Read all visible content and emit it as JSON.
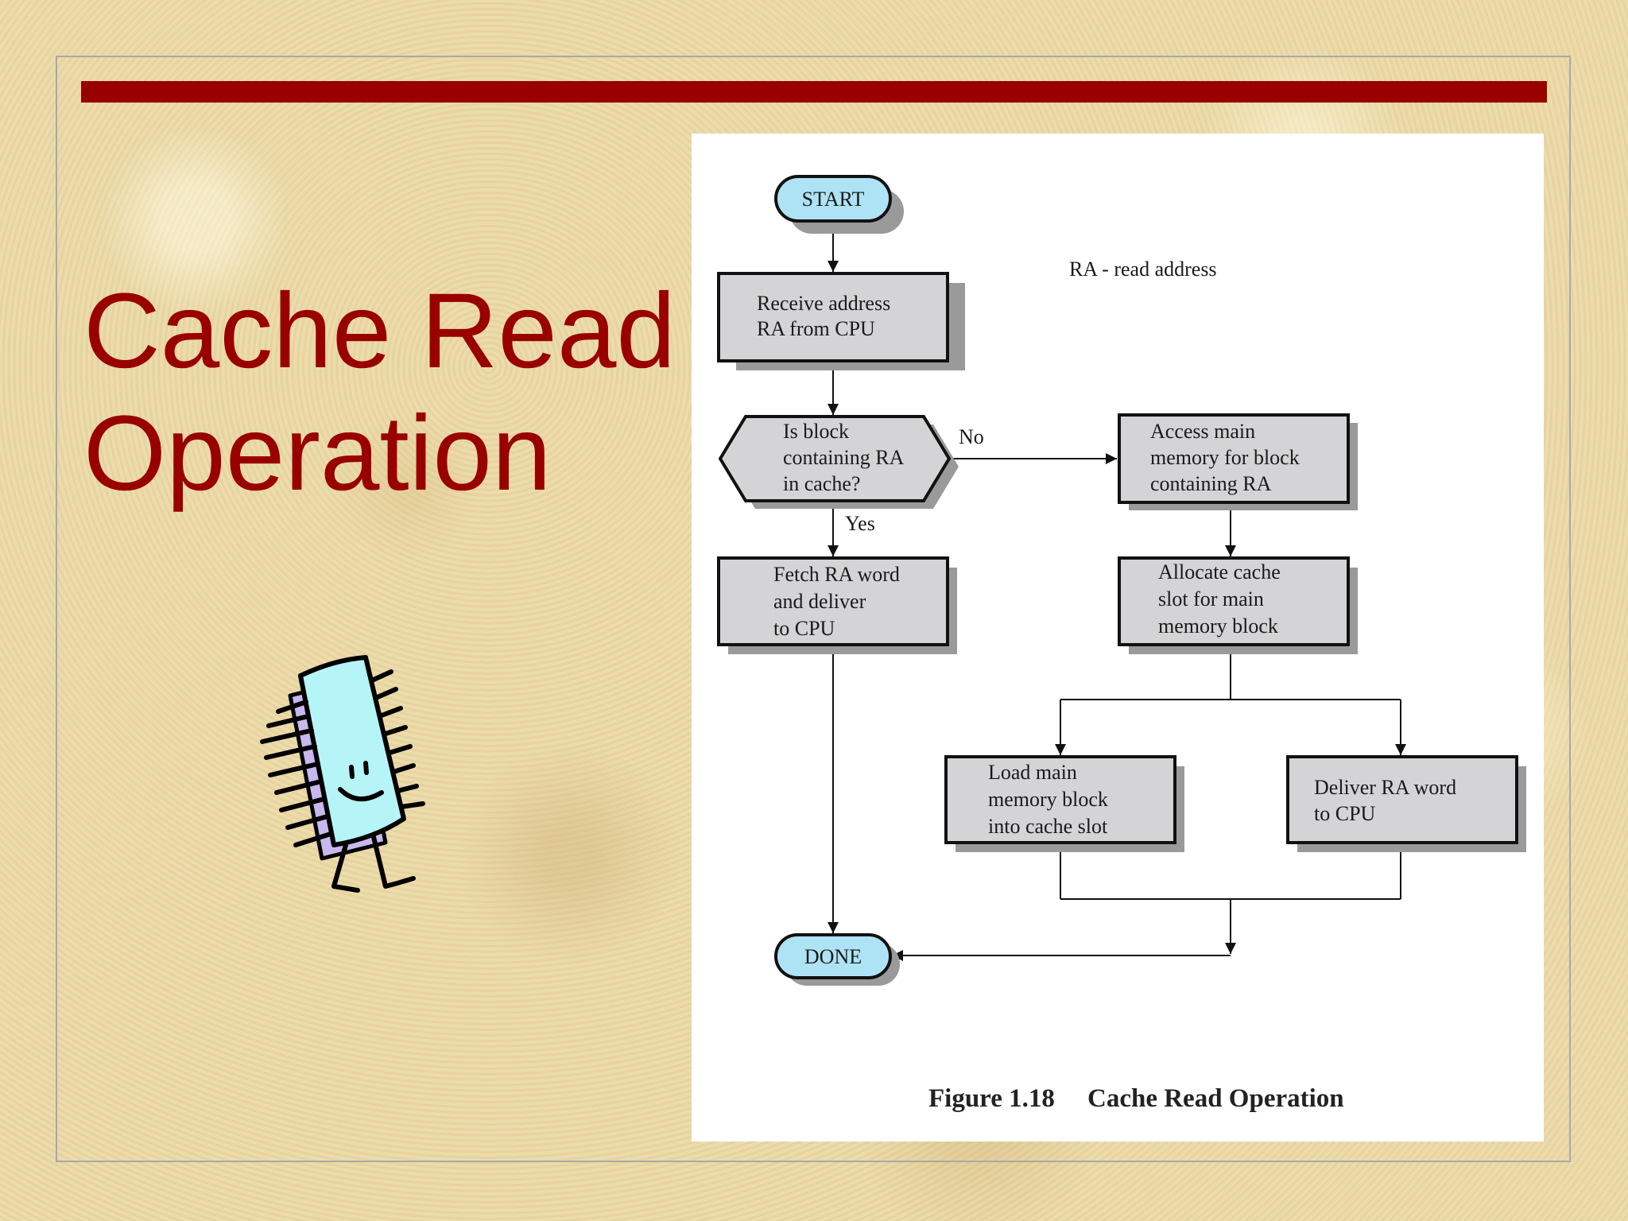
{
  "slide": {
    "title_line1": "Cache Read",
    "title_line2": "Operation",
    "accent_color": "#990000"
  },
  "clipart": {
    "icon": "smiling-memory-chip-icon"
  },
  "flowchart": {
    "start": "START",
    "done": "DONE",
    "legend": "RA - read address",
    "receive": [
      "Receive address",
      "RA from CPU"
    ],
    "decision": [
      "Is block",
      "containing RA",
      "in cache?"
    ],
    "no_label": "No",
    "yes_label": "Yes",
    "fetch": [
      "Fetch RA word",
      "and deliver",
      "to CPU"
    ],
    "access": [
      "Access main",
      "memory for block",
      "containing RA"
    ],
    "allocate": [
      "Allocate cache",
      "slot for main",
      "memory block"
    ],
    "load": [
      "Load main",
      "memory block",
      "into cache slot"
    ],
    "deliver": [
      "Deliver RA word",
      "to CPU"
    ],
    "caption_num": "Figure 1.18",
    "caption_text": "Cache Read Operation",
    "colors": {
      "terminal_fill": "#aee3f5",
      "box_fill": "#d4d4d6",
      "shadow": "#9a9a9a"
    }
  }
}
